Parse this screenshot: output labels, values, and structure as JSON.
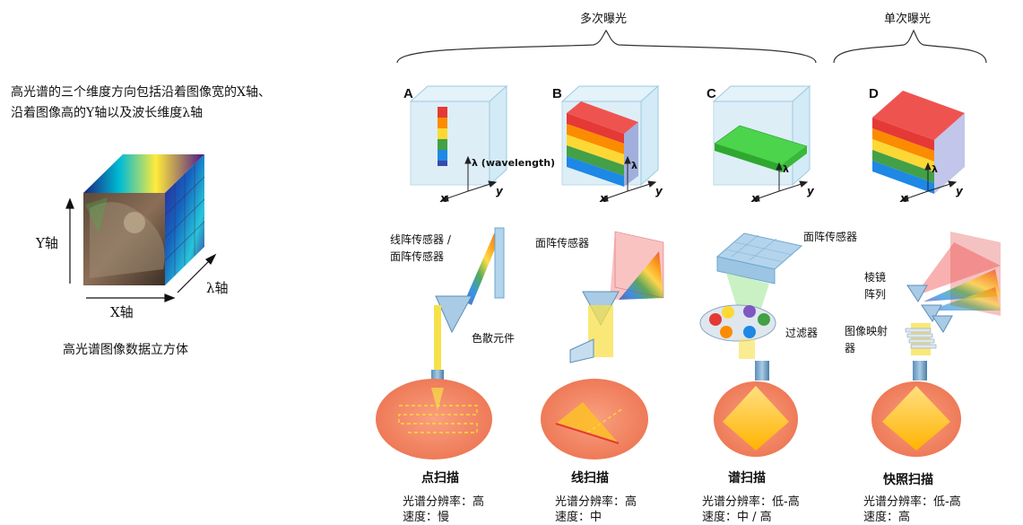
{
  "intro": {
    "line1": "高光谱的三个维度方向包括沿着图像宽的X轴、",
    "line2": "沿着图像高的Y轴以及波长维度λ轴"
  },
  "cube": {
    "y_axis": "Y轴",
    "x_axis": "X轴",
    "lambda_axis": "λ轴",
    "caption": "高光谱图像数据立方体"
  },
  "groups": {
    "multi": "多次曝光",
    "single": "单次曝光"
  },
  "panels": [
    {
      "letter": "A",
      "axis_x": "x",
      "axis_y": "y",
      "axis_lambda": "λ (wavelength)"
    },
    {
      "letter": "B",
      "axis_x": "x",
      "axis_y": "y",
      "axis_lambda": "λ"
    },
    {
      "letter": "C",
      "axis_x": "x",
      "axis_y": "y",
      "axis_lambda": "λ"
    },
    {
      "letter": "D",
      "axis_x": "x",
      "axis_y": "y",
      "axis_lambda": "λ"
    }
  ],
  "annotations": {
    "a_sensor_line1": "线阵传感器 /",
    "a_sensor_line2": "面阵传感器",
    "a_disperser": "色散元件",
    "b_sensor": "面阵传感器",
    "c_sensor": "面阵传感器",
    "c_filter": "过滤器",
    "d_prism_line1": "棱镜",
    "d_prism_line2": "阵列",
    "d_mapper_line1": "图像映射",
    "d_mapper_line2": "器"
  },
  "methods": [
    {
      "title": "点扫描",
      "resolution": "光谱分辨率：高",
      "speed": "速度：慢"
    },
    {
      "title": "线扫描",
      "resolution": "光谱分辨率：高",
      "speed": "速度：中"
    },
    {
      "title": "谱扫描",
      "resolution": "光谱分辨率：低-高",
      "speed": "速度：中 / 高"
    },
    {
      "title": "快照扫描",
      "resolution": "光谱分辨率：低-高",
      "speed": "速度：高"
    }
  ],
  "colors": {
    "spectrum": [
      "#e53935",
      "#fb8c00",
      "#fdd835",
      "#43a047",
      "#1e88e5",
      "#3949ab"
    ],
    "cube_face": "#d6ecf7",
    "cube_edge": "#8fc3dd",
    "sample": "#f28a6a",
    "beam": "#f7e04a"
  }
}
